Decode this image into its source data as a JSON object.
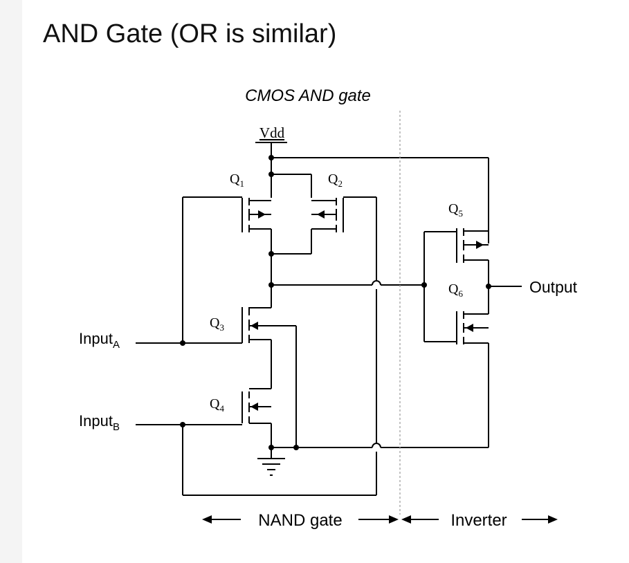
{
  "slide": {
    "title": "AND Gate (OR is similar)"
  },
  "diagram": {
    "title": "CMOS AND gate",
    "supply": "Vdd",
    "transistors": [
      {
        "id": "Q1",
        "letter": "Q",
        "sub": "1"
      },
      {
        "id": "Q2",
        "letter": "Q",
        "sub": "2"
      },
      {
        "id": "Q3",
        "letter": "Q",
        "sub": "3"
      },
      {
        "id": "Q4",
        "letter": "Q",
        "sub": "4"
      },
      {
        "id": "Q5",
        "letter": "Q",
        "sub": "5"
      },
      {
        "id": "Q6",
        "letter": "Q",
        "sub": "6"
      }
    ],
    "inputs": [
      {
        "label": "Input",
        "sub": "A"
      },
      {
        "label": "Input",
        "sub": "B"
      }
    ],
    "output": "Output",
    "sections": {
      "nand": "NAND gate",
      "inverter": "Inverter"
    }
  }
}
